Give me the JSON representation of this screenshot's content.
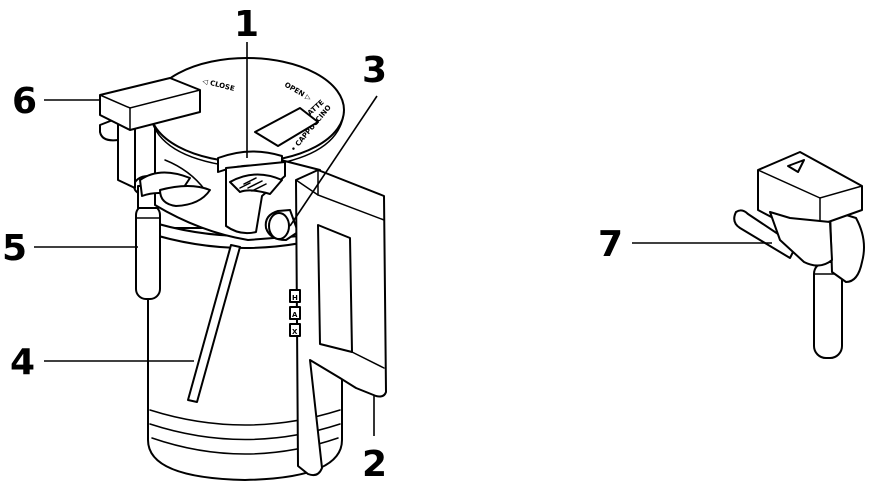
{
  "callouts": {
    "c1": "1",
    "c2": "2",
    "c3": "3",
    "c4": "4",
    "c5": "5",
    "c6": "6",
    "c7": "7"
  },
  "lid_markings": {
    "close": "◁ CLOSE",
    "open": "OPEN ▷",
    "cappuccino": "• CAPPUCCINO",
    "caffelatte": "• CAFFELATTE"
  },
  "scale_marks": [
    "H",
    "A",
    "X"
  ],
  "colors": {
    "ink": "#000000",
    "paper": "#ffffff",
    "hatch": "#000000"
  }
}
